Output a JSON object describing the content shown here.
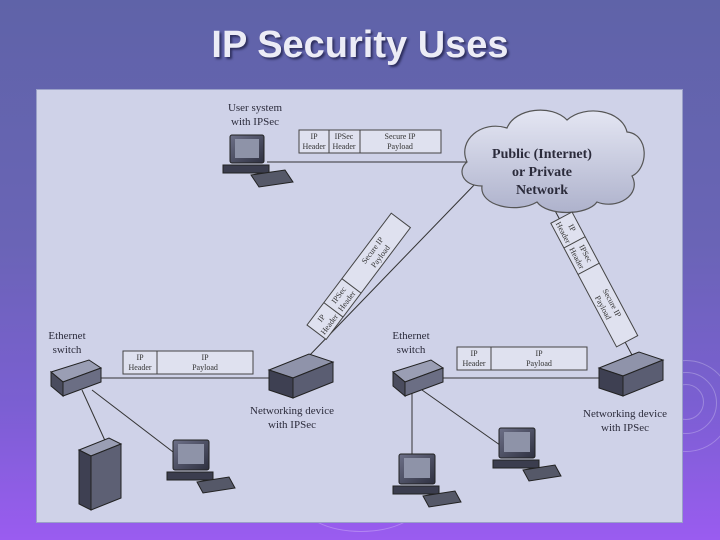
{
  "slide": {
    "title": "IP Security Uses"
  },
  "diagram": {
    "user_system_label": [
      "User system",
      "with IPSec"
    ],
    "cloud_label": [
      "Public (Internet)",
      "or Private",
      "Network"
    ],
    "ethernet_switch_left_label": [
      "Ethernet",
      "switch"
    ],
    "ethernet_switch_right_label": [
      "Ethernet",
      "switch"
    ],
    "networking_device_left_label": [
      "Networking device",
      "with IPSec"
    ],
    "networking_device_right_label": [
      "Networking device",
      "with IPSec"
    ],
    "top_packet": {
      "fields": [
        {
          "lines": [
            "IP",
            "Header"
          ]
        },
        {
          "lines": [
            "IPSec",
            "Header"
          ]
        },
        {
          "lines": [
            "Secure IP",
            "Payload"
          ]
        }
      ]
    },
    "left_diag_packet": {
      "fields": [
        {
          "lines": [
            "IP",
            "Header"
          ]
        },
        {
          "lines": [
            "IPSec",
            "Header"
          ]
        },
        {
          "lines": [
            "Secure IP",
            "Payload"
          ]
        }
      ]
    },
    "right_diag_packet": {
      "fields": [
        {
          "lines": [
            "IP",
            "Header"
          ]
        },
        {
          "lines": [
            "IPSec",
            "Header"
          ]
        },
        {
          "lines": [
            "Secure IP",
            "Payload"
          ]
        }
      ]
    },
    "left_lan_packet": {
      "fields": [
        {
          "lines": [
            "IP",
            "Header"
          ]
        },
        {
          "lines": [
            "IP",
            "Payload"
          ]
        }
      ]
    },
    "right_lan_packet": {
      "fields": [
        {
          "lines": [
            "IP",
            "Header"
          ]
        },
        {
          "lines": [
            "IP",
            "Payload"
          ]
        }
      ]
    }
  }
}
